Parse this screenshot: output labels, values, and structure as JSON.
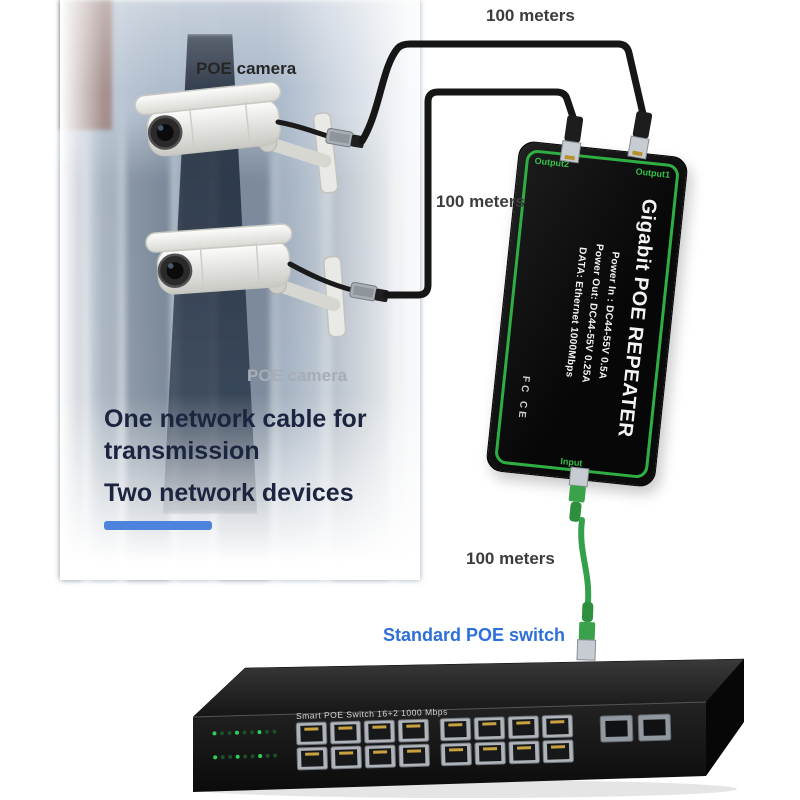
{
  "labels": {
    "distances": [
      "100 meters",
      "100 meters",
      "100 meters"
    ],
    "camera_top": "POE camera",
    "camera_bottom": "POE camera",
    "switch": "Standard POE switch"
  },
  "headline": {
    "line1": "One network cable for",
    "line2": "transmission",
    "line3": "Two network devices"
  },
  "repeater": {
    "title": "Gigabit POE REPEATER",
    "specs": [
      "Power In : DC44-55V 0.5A",
      "Power Out: DC44-55V 0.25A",
      "DATA: Ethernet 1000Mbps"
    ],
    "ports": {
      "output2": "Output2",
      "output1": "Output1",
      "input": "Input"
    },
    "cert_marks": "FC CE"
  },
  "switch": {
    "front_text": "Smart POE Switch 16+2 1000 Mbps",
    "rj45_ports": 16,
    "uplink_ports": 2
  },
  "colors": {
    "accent_blue": "#2e6fd8",
    "headline_navy": "#1c2540",
    "repeater_green": "#2fae43",
    "cable_black": "#161616",
    "patch_green": "#3aa24a"
  }
}
